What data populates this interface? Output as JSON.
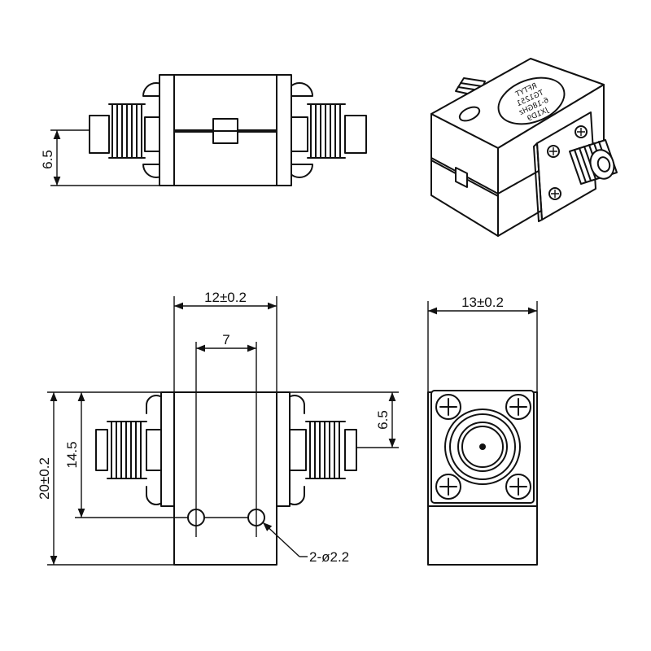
{
  "dimensions": {
    "top_port_offset": "6.5",
    "body_width": "12±0.2",
    "hole_spacing": "7",
    "overall_height": "20±0.2",
    "port_height": "14.5",
    "right_port_offset": "6.5",
    "mount_holes": "2-ø2.2",
    "end_width": "13±0.2"
  },
  "label_marking": {
    "brand": "RFTYT",
    "line1": "TG1251",
    "line2": "6-18GHz",
    "line3": "JX1D9"
  }
}
